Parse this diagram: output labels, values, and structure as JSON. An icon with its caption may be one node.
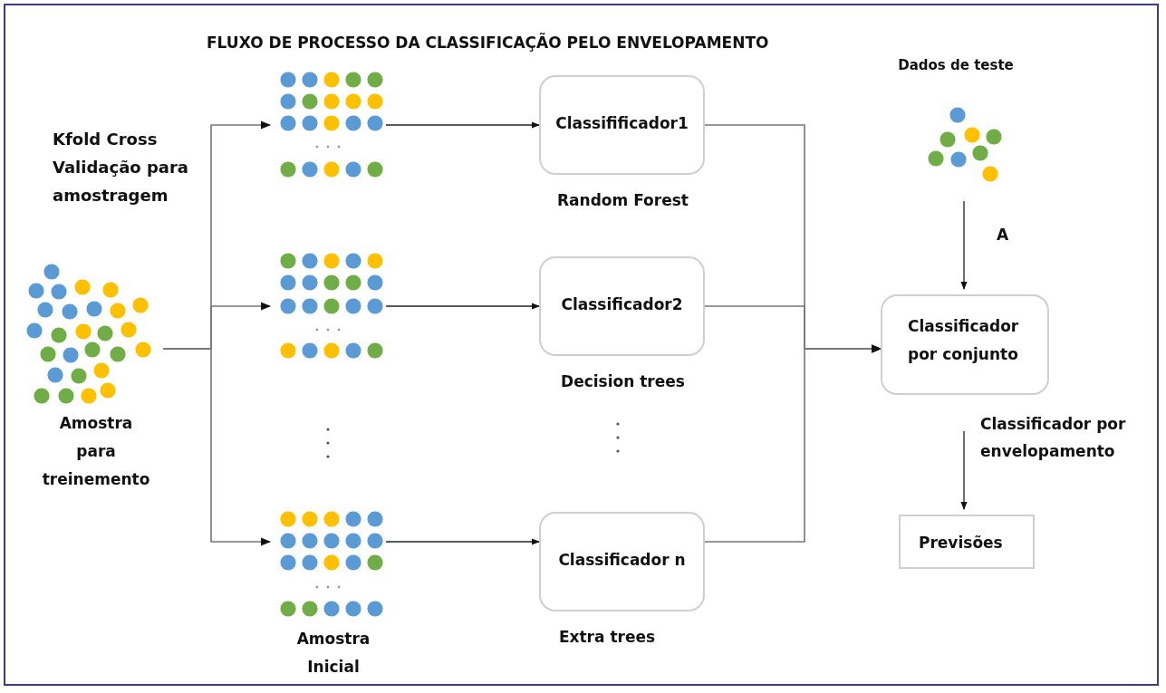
{
  "diagram": {
    "title": "FLUXO DE PROCESSO DA CLASSIFICAÇÃO PELO ENVELOPAMENTO",
    "nodes": [
      {
        "text": [],
        "shape": "picture",
        "beside": [
          "Amostra para treinemento"
        ]
      },
      {
        "text": [],
        "shape": "picture"
      },
      {
        "text": [],
        "shape": "picture"
      },
      {
        "text": [],
        "shape": "picture",
        "beside": [
          "Amostra Inicial"
        ]
      },
      {
        "text": [
          "Classifificador1"
        ],
        "beside": [
          "Random Forest"
        ]
      },
      {
        "text": [
          "Classificador2"
        ],
        "beside": [
          "Decision trees"
        ]
      },
      {
        "text": [
          "Classificador n"
        ],
        "beside": [
          "Extra trees"
        ]
      },
      {
        "text": [
          "Dados de teste"
        ]
      },
      {
        "text": [
          "Classificador por conjunto"
        ]
      },
      {
        "text": [
          "Previsões"
        ]
      }
    ],
    "edges": [
      {
        "from": 0,
        "to": 1,
        "arrow": "to"
      },
      {
        "from": 0,
        "to": 2,
        "arrow": "to"
      },
      {
        "from": 0,
        "to": 3,
        "arrow": "to"
      },
      {
        "from": 1,
        "to": 4,
        "arrow": "to"
      },
      {
        "from": 2,
        "to": 5,
        "arrow": "to"
      },
      {
        "from": 3,
        "to": 6,
        "arrow": "to"
      },
      {
        "from": 4,
        "to": 8,
        "arrow": "to"
      },
      {
        "from": 5,
        "to": 8,
        "arrow": "to"
      },
      {
        "from": 6,
        "to": 8,
        "arrow": "to"
      },
      {
        "from": 7,
        "to": 8,
        "arrow": "to",
        "label": "A"
      },
      {
        "from": 8,
        "to": 9,
        "arrow": "to",
        "label": "Classificador por envelopamento"
      }
    ],
    "labels": [
      "Kfold Cross Validação para amostragem"
    ]
  }
}
